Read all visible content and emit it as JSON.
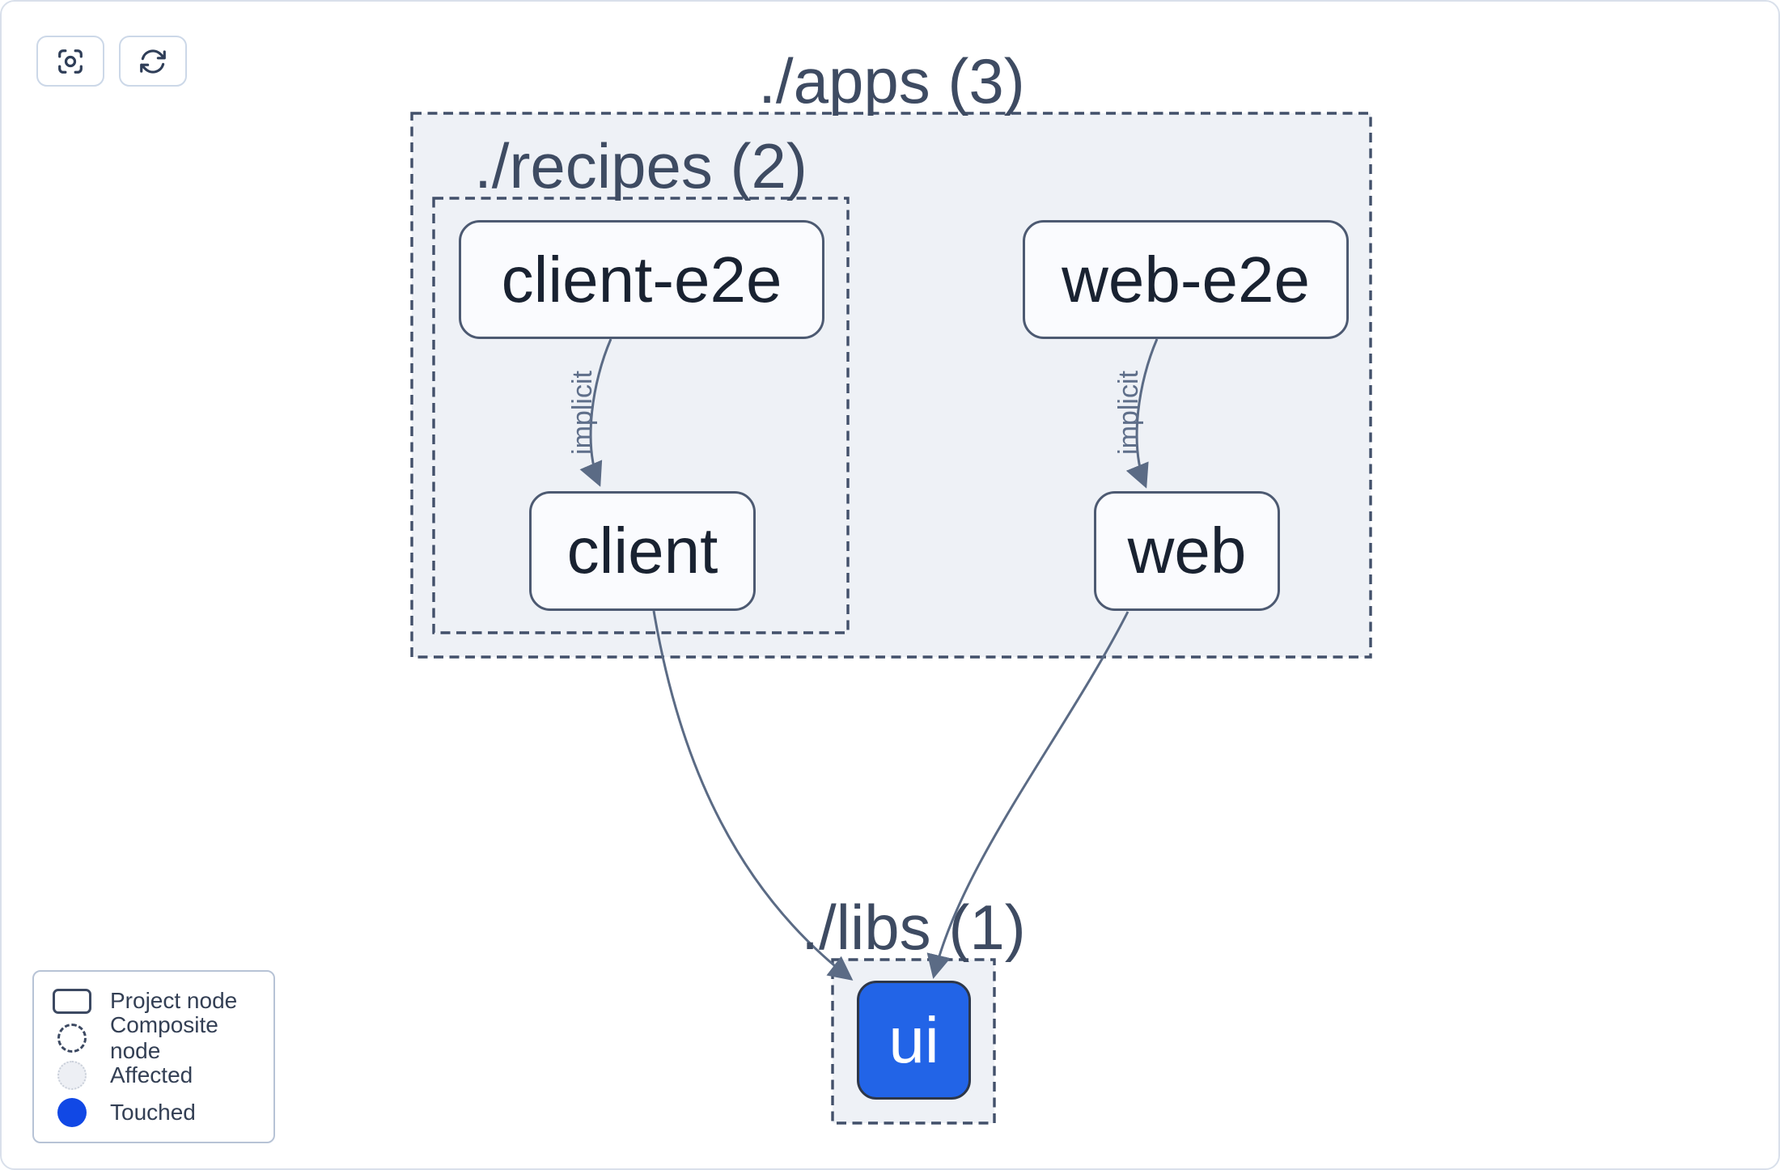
{
  "toolbar": {
    "buttons": [
      {
        "icon": "focus-icon"
      },
      {
        "icon": "refresh-icon"
      }
    ]
  },
  "graph": {
    "composites": [
      {
        "id": "apps",
        "label": "./apps (3)",
        "count": 3
      },
      {
        "id": "recipes",
        "label": "./recipes (2)",
        "count": 2
      },
      {
        "id": "libs",
        "label": "./libs (1)",
        "count": 1
      }
    ],
    "nodes": [
      {
        "id": "client-e2e",
        "label": "client-e2e",
        "parent": "recipes",
        "state": "default"
      },
      {
        "id": "web-e2e",
        "label": "web-e2e",
        "parent": "apps",
        "state": "default"
      },
      {
        "id": "client",
        "label": "client",
        "parent": "recipes",
        "state": "default"
      },
      {
        "id": "web",
        "label": "web",
        "parent": "apps",
        "state": "default"
      },
      {
        "id": "ui",
        "label": "ui",
        "parent": "libs",
        "state": "touched"
      }
    ],
    "edges": [
      {
        "from": "client-e2e",
        "to": "client",
        "label": "implicit"
      },
      {
        "from": "web-e2e",
        "to": "web",
        "label": "implicit"
      },
      {
        "from": "client",
        "to": "ui",
        "label": ""
      },
      {
        "from": "web",
        "to": "ui",
        "label": ""
      }
    ]
  },
  "legend": {
    "items": [
      {
        "swatch": "project-node-swatch",
        "label": "Project node"
      },
      {
        "swatch": "composite-node-swatch",
        "label": "Composite node"
      },
      {
        "swatch": "affected-swatch",
        "label": "Affected"
      },
      {
        "swatch": "touched-swatch",
        "label": "Touched"
      }
    ]
  },
  "colors": {
    "touched_node_fill": "#2264e7",
    "touched_legend": "#1148e5",
    "affected_fill": "#edeff4",
    "edge": "#5b6b85",
    "node_border": "#4d5a72",
    "node_fill": "#fafbfe",
    "composite_fill": "#eef1f6",
    "composite_border": "#42506a",
    "composite_title": "#3e4b62",
    "node_text": "#192231"
  }
}
